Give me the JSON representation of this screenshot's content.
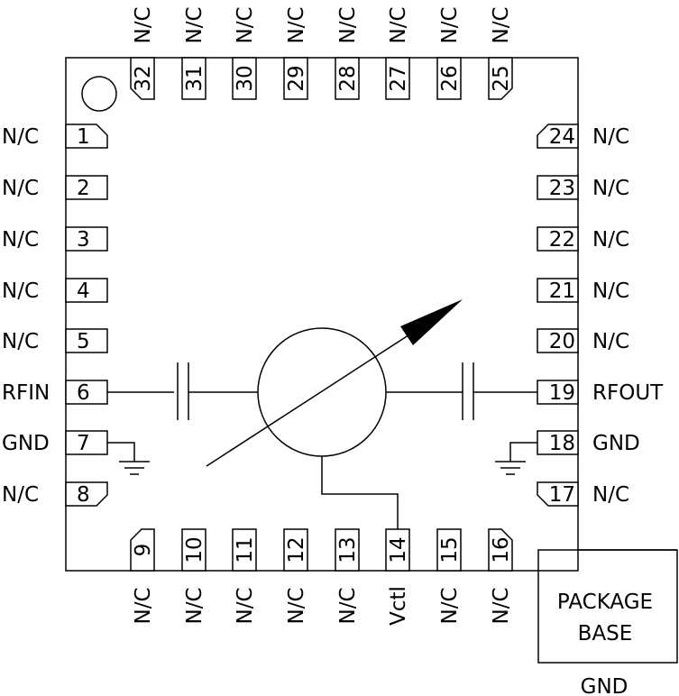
{
  "pins": [
    {
      "n": "1",
      "label": "N/C"
    },
    {
      "n": "2",
      "label": "N/C"
    },
    {
      "n": "3",
      "label": "N/C"
    },
    {
      "n": "4",
      "label": "N/C"
    },
    {
      "n": "5",
      "label": "N/C"
    },
    {
      "n": "6",
      "label": "RFIN"
    },
    {
      "n": "7",
      "label": "GND"
    },
    {
      "n": "8",
      "label": "N/C"
    },
    {
      "n": "9",
      "label": "N/C"
    },
    {
      "n": "10",
      "label": "N/C"
    },
    {
      "n": "11",
      "label": "N/C"
    },
    {
      "n": "12",
      "label": "N/C"
    },
    {
      "n": "13",
      "label": "N/C"
    },
    {
      "n": "14",
      "label": "Vctl"
    },
    {
      "n": "15",
      "label": "N/C"
    },
    {
      "n": "16",
      "label": "N/C"
    },
    {
      "n": "17",
      "label": "N/C"
    },
    {
      "n": "18",
      "label": "GND"
    },
    {
      "n": "19",
      "label": "RFOUT"
    },
    {
      "n": "20",
      "label": "N/C"
    },
    {
      "n": "21",
      "label": "N/C"
    },
    {
      "n": "22",
      "label": "N/C"
    },
    {
      "n": "23",
      "label": "N/C"
    },
    {
      "n": "24",
      "label": "N/C"
    },
    {
      "n": "25",
      "label": "N/C"
    },
    {
      "n": "26",
      "label": "N/C"
    },
    {
      "n": "27",
      "label": "N/C"
    },
    {
      "n": "28",
      "label": "N/C"
    },
    {
      "n": "29",
      "label": "N/C"
    },
    {
      "n": "30",
      "label": "N/C"
    },
    {
      "n": "31",
      "label": "N/C"
    },
    {
      "n": "32",
      "label": "N/C"
    }
  ],
  "package_base": {
    "line1": "PACKAGE",
    "line2": "BASE",
    "label": "GND"
  }
}
